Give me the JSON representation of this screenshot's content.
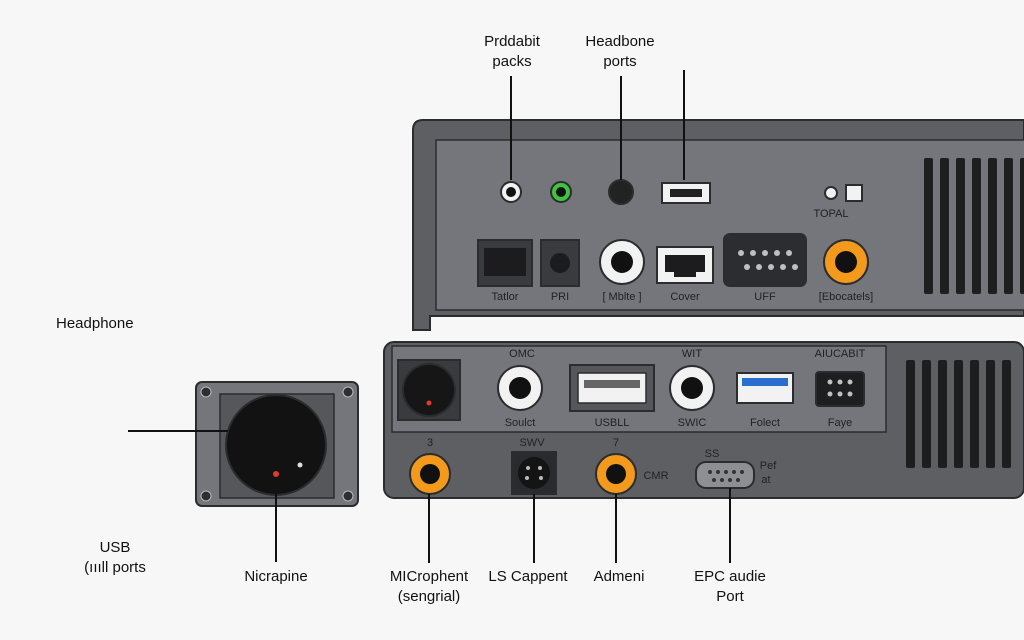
{
  "colors": {
    "background": "#f7f7f7",
    "chassis": "#5d5f63",
    "panel": "#74767b",
    "outline": "#2b2c2e",
    "jack_white": "#f2f2f2",
    "jack_orange": "#f39a1d",
    "jack_green": "#3ec43e",
    "usb_blue": "#2a6fd0",
    "vent": "#1d1e20"
  },
  "callouts": {
    "top_left": [
      "Prddabit",
      "packs"
    ],
    "top_right": [
      "Headbone",
      "ports"
    ],
    "left_headphone": "Headphone",
    "left_usb": [
      "USB",
      "(ıııll ports"
    ],
    "bottom_nicrapine": "Nicrapine",
    "bottom_microphone": [
      "MICrophent",
      "(sengrial)"
    ],
    "bottom_ls_cappent": "LS Cappent",
    "bottom_admeni": "Admeni",
    "bottom_epc": [
      "EPC audie",
      "Port"
    ]
  },
  "upper_unit": {
    "top_row_label": "TOPAL",
    "port_labels": [
      "Tatlor",
      "PRI",
      "[ Mblte ]",
      "Cover",
      "UFF",
      "[Ebocatels]"
    ]
  },
  "lower_unit": {
    "top_labels": [
      "OMC",
      "WIT",
      "AIUCABIT"
    ],
    "row_labels": [
      "Soulct",
      "USBLL",
      "SWIC",
      "Folect",
      "Faye"
    ],
    "bottom_labels": [
      "3",
      "SWV",
      "7",
      "CMR",
      "SS",
      "Pef",
      "at"
    ]
  }
}
